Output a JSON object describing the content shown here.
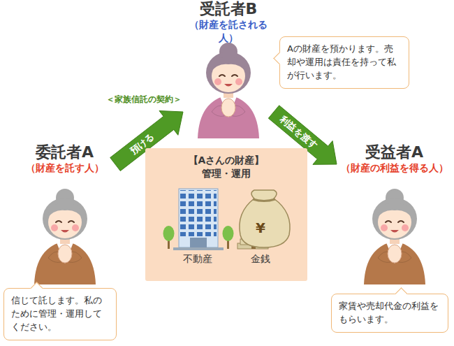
{
  "diagram": {
    "nodes": [
      {
        "text": [
          "受託者B",
          "（財産を託される人）"
        ]
      },
      {
        "text": [
          "Aの財産を預かります。売却や運用は責任を持って私が行います。"
        ]
      },
      {
        "text": [
          "委託者A",
          "（財産を託す人）"
        ]
      },
      {
        "text": [
          "【Aさんの財産】",
          "管理・運用"
        ]
      },
      {
        "text": [
          "受益者A",
          "（財産の利益を得る人）"
        ]
      },
      {
        "text": [
          "信じて託します。私のために管理・運用してください。"
        ]
      },
      {
        "text": [
          "家賃や売却代金の利益をもらいます。"
        ]
      }
    ],
    "edges": [
      {
        "from": 2,
        "to": 0,
        "arrow": "to",
        "label": "預ける"
      },
      {
        "from": 0,
        "to": 4,
        "arrow": "to",
        "label": "利益を渡す"
      }
    ],
    "labels": [
      "＜家族信託の契約＞",
      "不動産",
      "金銭",
      "¥"
    ]
  }
}
